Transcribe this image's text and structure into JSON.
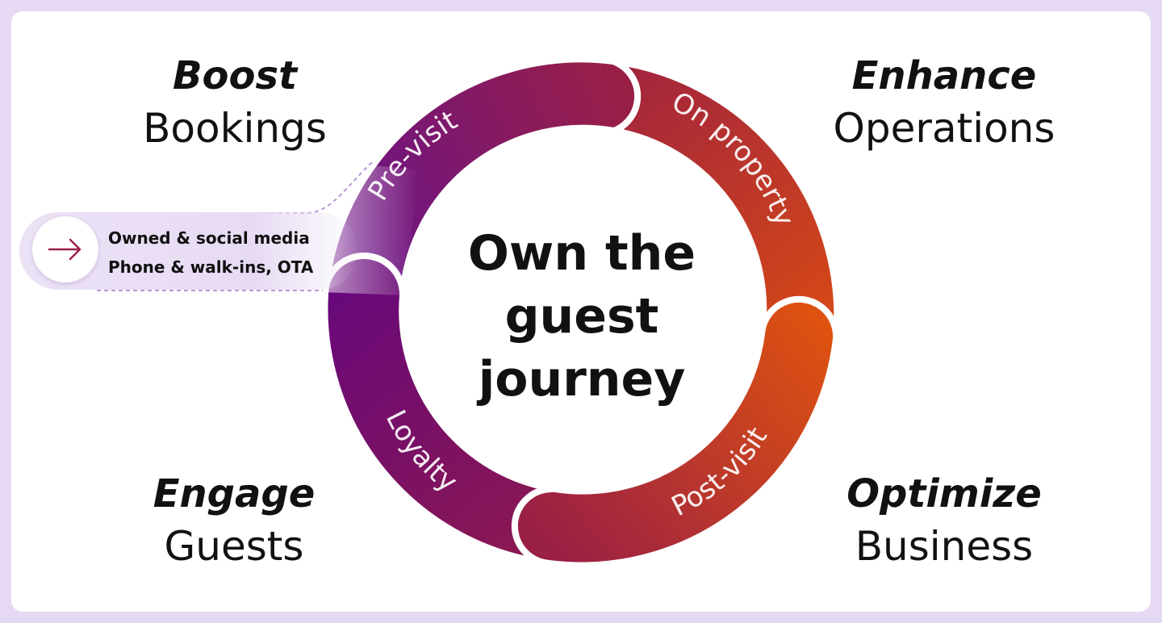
{
  "quadrants": {
    "top_left": {
      "bold": "Boost",
      "light": "Bookings"
    },
    "top_right": {
      "bold": "Enhance",
      "light": "Operations"
    },
    "bottom_left": {
      "bold": "Engage",
      "light": "Guests"
    },
    "bottom_right": {
      "bold": "Optimize",
      "light": "Business"
    }
  },
  "center": {
    "line1": "Own the",
    "line2": "guest",
    "line3": "journey"
  },
  "segments": {
    "pre_visit": "Pre-visit",
    "on_property": "On property",
    "post_visit": "Post-visit",
    "loyalty": "Loyalty"
  },
  "callout": {
    "icon": "arrow-right-icon",
    "line1": "Owned & social media",
    "line2": "Phone & walk-ins, OTA"
  },
  "colors": {
    "background": "#e6d9f3",
    "purple": "#6a0f7a",
    "magenta": "#9a2048",
    "red": "#c0322a",
    "orange": "#dd5210",
    "arrow": "#9a2048"
  }
}
